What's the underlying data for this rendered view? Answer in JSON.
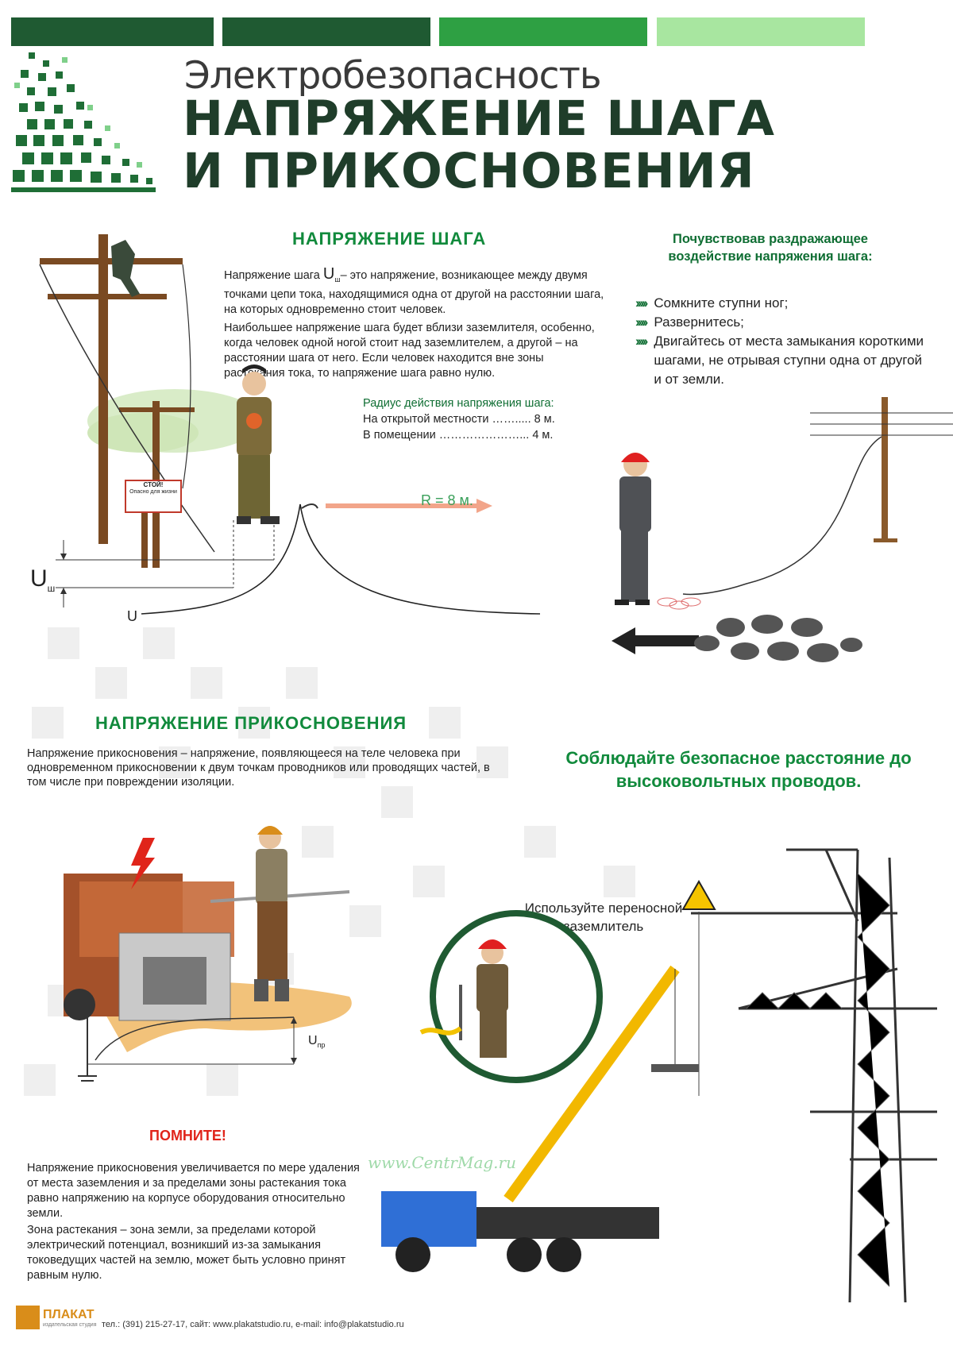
{
  "header": {
    "subtitle": "Электробезопасность",
    "title_line1": "НАПРЯЖЕНИЕ ШАГА",
    "title_line2": "И ПРИКОСНОВЕНИЯ",
    "bar_colors": [
      "#1f5a32",
      "#1f5a32",
      "#2ea043",
      "#a8e6a0"
    ]
  },
  "step": {
    "heading": "НАПРЯЖЕНИЕ ШАГА",
    "para1_a": "Напряжение шага ",
    "para1_sym": "U",
    "para1_sub": "ш",
    "para1_b": "– это напряжение, возникающее между двумя точками цепи тока, находящимися одна от другой на расстоянии шага, на которых одновременно стоит человек.",
    "para2": "Наибольшее напряжение шага будет вблизи заземлителя, особенно, когда человек одной ногой стоит над заземлителем, а другой – на расстоянии шага от него. Если человек находится вне зоны растекания тока, то напряжение шага равно нулю.",
    "radius_title": "Радиус действия напряжения шага:",
    "radius_open": "На открытой местности ……..... 8 м.",
    "radius_indoor": "В помещении …………………... 4 м.",
    "sign_title": "СТОЙ!",
    "sign_text": "Опасно для жизни",
    "r_label": "R = 8 м.",
    "u_label": "U",
    "ush_sym": "U",
    "ush_sub": "ш"
  },
  "advice": {
    "title": "Почувствовав раздражающее воздействие напряжения шага:",
    "items": [
      "Сомкните ступни ног;",
      "Развернитесь;",
      "Двигайтесь от места замыкания короткими шагами, не отрывая ступни одна от другой и от земли."
    ],
    "arrow_mark": "›››››"
  },
  "touch": {
    "heading": "НАПРЯЖЕНИЕ ПРИКОСНОВЕНИЯ",
    "para": "Напряжение прикосновения – напряжение, появляющееся на теле человека при одновременном прикосновении к двум точкам проводников или проводящих частей, в том числе при повреждении изоляции.",
    "upr_sym": "U",
    "upr_sub": "пр",
    "remember": "ПОМНИТЕ!",
    "remember_p1": "Напряжение прикосновения увеличивается по мере удаления от места заземления и за пределами зоны растекания тока равно напряжению на корпусе оборудования относительно земли.",
    "remember_p2": "Зона растекания – зона земли, за пределами которой электрический потенциал, возникший из-за замыкания токоведущих частей на землю, может быть условно принят равным нулю."
  },
  "distance": {
    "text": "Соблюдайте безопасное расстояние до высоковольтных проводов."
  },
  "grounding": {
    "text": "Используйте переносной заземлитель"
  },
  "watermark": "www.CentrMag.ru",
  "footer": {
    "logo": "ПЛАКАТ",
    "logo_sub": "издательская студия",
    "contacts": "тел.: (391) 215-27-17, сайт: www.plakatstudio.ru, e-mail: info@plakatstudio.ru"
  }
}
